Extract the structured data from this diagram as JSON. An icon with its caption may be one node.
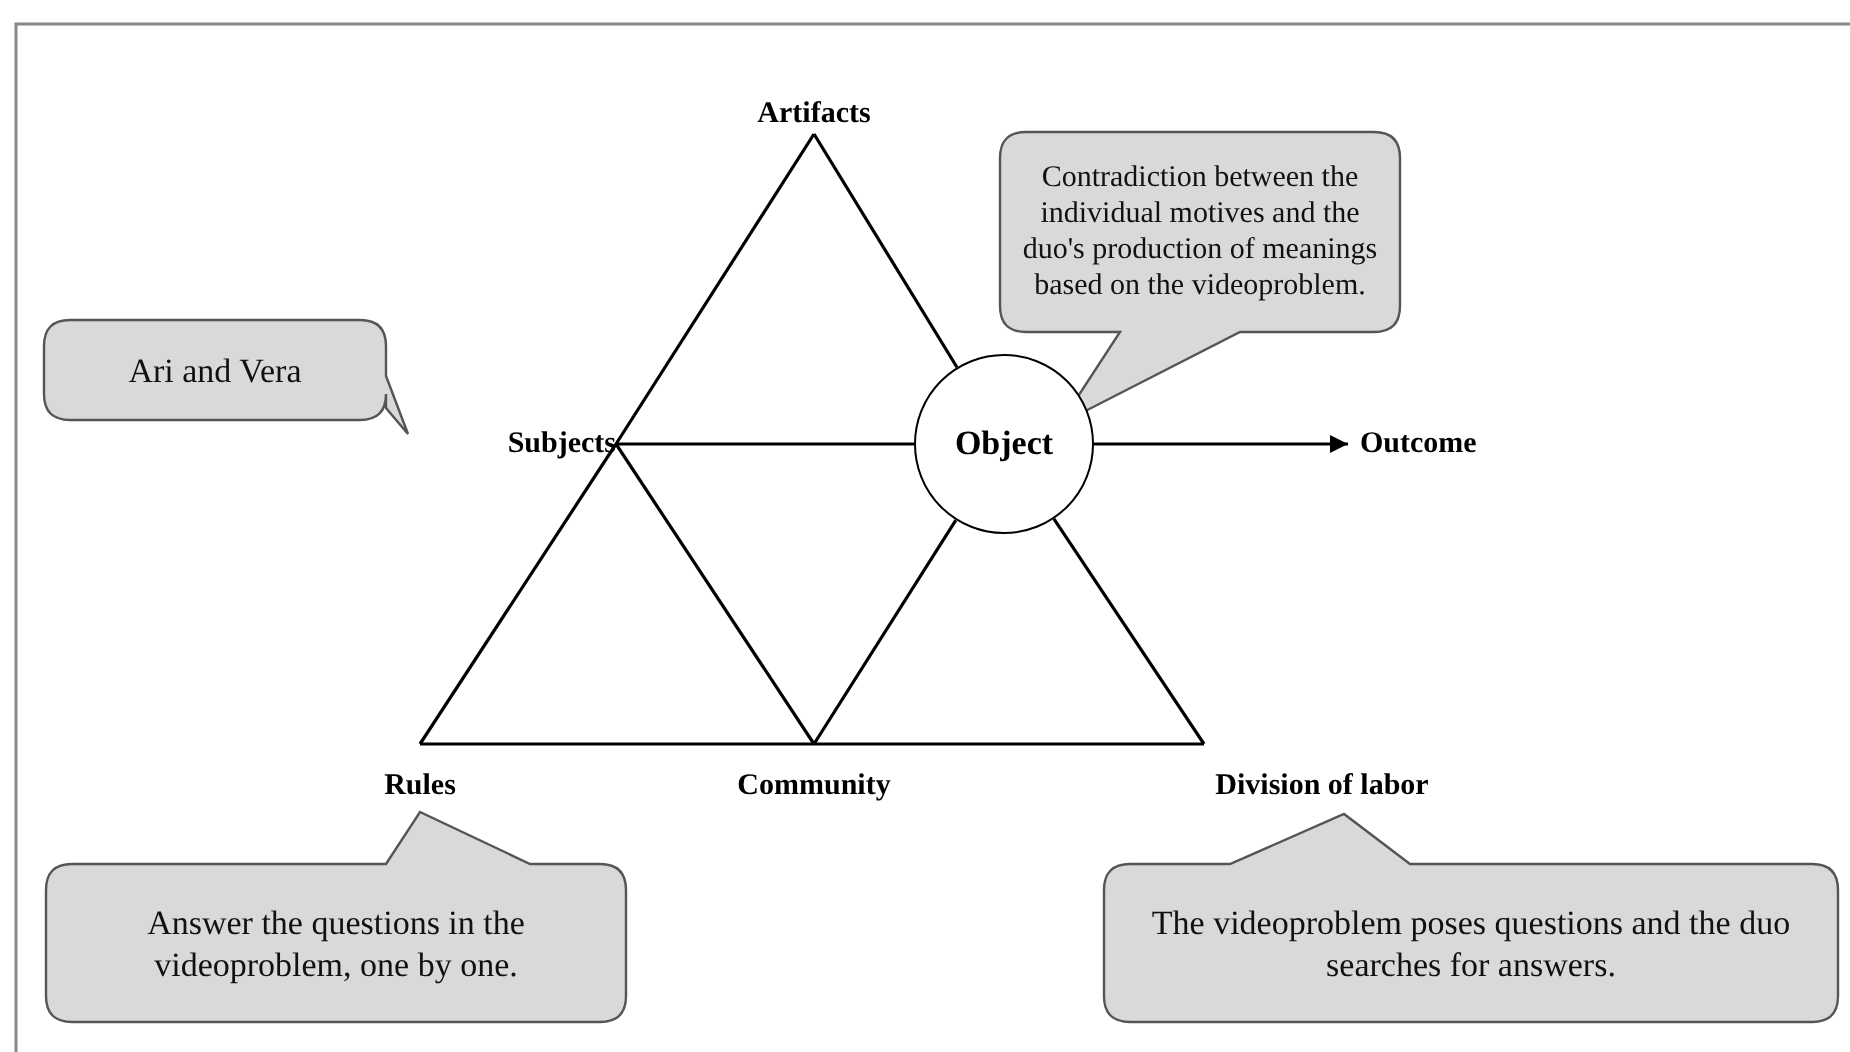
{
  "diagram": {
    "nodes": [
      {
        "text": [
          "Artifacts"
        ]
      },
      {
        "text": [
          "Contradiction between the individual motives and the duo's production of meanings based on the videoproblem."
        ]
      },
      {
        "text": [
          "Ari and Vera"
        ]
      },
      {
        "text": [
          "Subjects"
        ]
      },
      {
        "text": [
          "Object"
        ]
      },
      {
        "text": [
          "Outcome"
        ]
      },
      {
        "text": [
          "Rules"
        ]
      },
      {
        "text": [
          "Community"
        ]
      },
      {
        "text": [
          "Division of labor"
        ]
      },
      {
        "text": [
          "Answer the questions in the videoproblem, one by one."
        ]
      },
      {
        "text": [
          "The videoproblem poses questions and the duo searches for answers."
        ]
      }
    ],
    "edges": [
      {
        "from": 0,
        "to": 3,
        "arrow": "none"
      },
      {
        "from": 0,
        "to": 4,
        "arrow": "none"
      },
      {
        "from": 3,
        "to": 4,
        "arrow": "none"
      },
      {
        "from": 3,
        "to": 6,
        "arrow": "none"
      },
      {
        "from": 3,
        "to": 7,
        "arrow": "none"
      },
      {
        "from": 6,
        "to": 7,
        "arrow": "none"
      },
      {
        "from": 7,
        "to": 4,
        "arrow": "none"
      },
      {
        "from": 7,
        "to": 8,
        "arrow": "none"
      },
      {
        "from": 4,
        "to": 8,
        "arrow": "none"
      },
      {
        "from": 4,
        "to": 5,
        "arrow": "to"
      }
    ]
  }
}
